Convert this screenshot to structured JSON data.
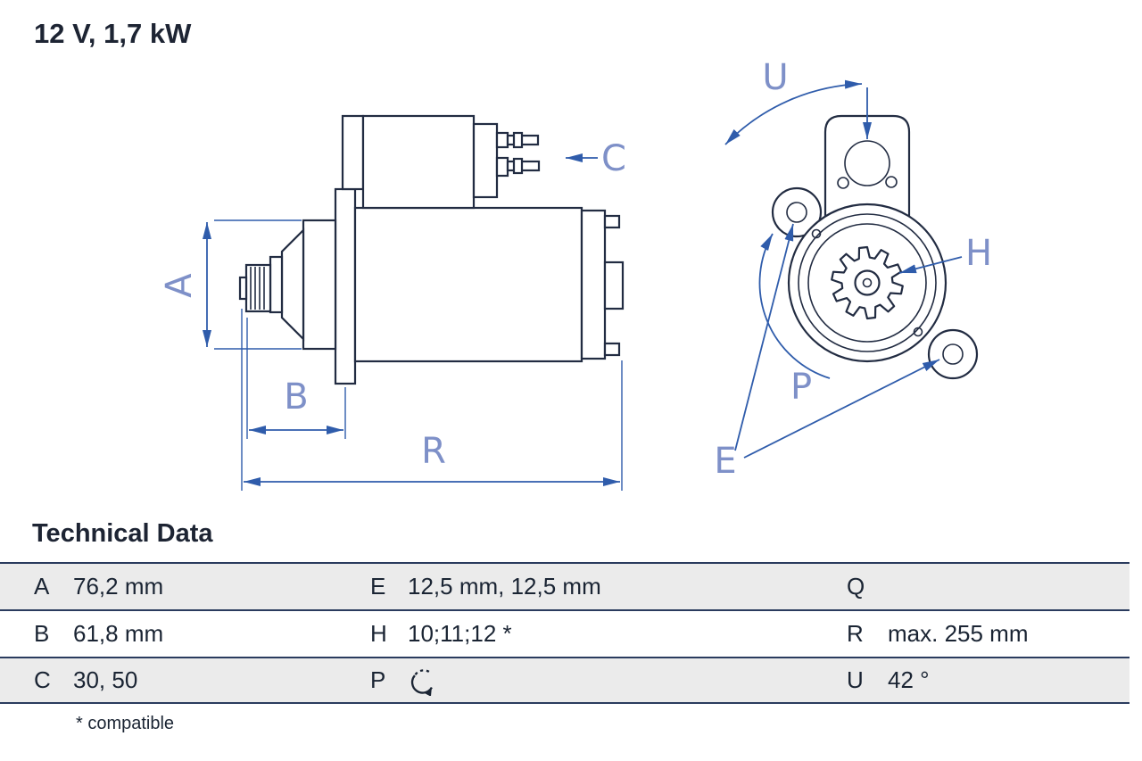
{
  "header": {
    "power_label": "12 V, 1,7 kW"
  },
  "diagram": {
    "dimension_labels": {
      "a": "A",
      "b": "B",
      "c": "C",
      "r": "R",
      "u": "U",
      "h": "H",
      "p": "P",
      "e": "E"
    }
  },
  "technical_data": {
    "title": "Technical Data",
    "rows": [
      {
        "cells": [
          {
            "key": "A",
            "value": "76,2 mm"
          },
          {
            "key": "E",
            "value": "12,5 mm, 12,5 mm"
          },
          {
            "key": "Q",
            "value": ""
          }
        ]
      },
      {
        "cells": [
          {
            "key": "B",
            "value": "61,8 mm"
          },
          {
            "key": "H",
            "value": "10;11;12 *"
          },
          {
            "key": "R",
            "value": "max. 255 mm"
          }
        ]
      },
      {
        "cells": [
          {
            "key": "C",
            "value": "30, 50"
          },
          {
            "key": "P",
            "value": "",
            "icon": "rotation-direction"
          },
          {
            "key": "U",
            "value": "42 °"
          }
        ]
      }
    ],
    "footnote": "* compatible"
  },
  "colors": {
    "part_outline": "#222c42",
    "dimension_line": "#2f5cab",
    "dimension_label": "#7e90c8",
    "table_rule": "#2a3b5e",
    "row_shade": "#ebebeb"
  }
}
